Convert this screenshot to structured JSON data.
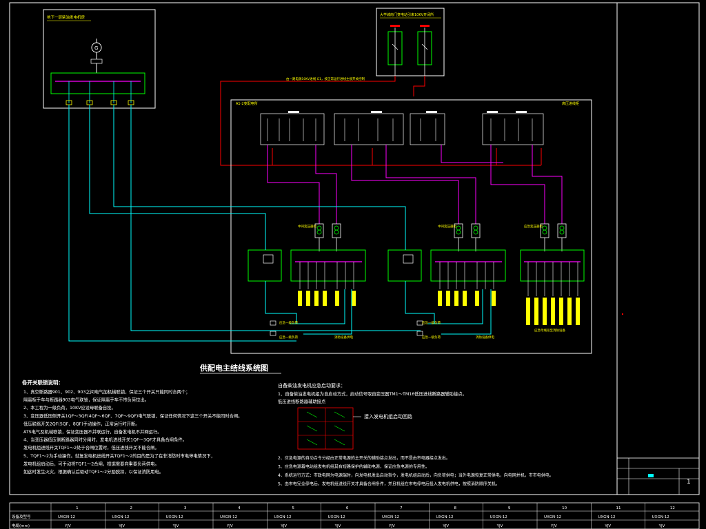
{
  "diagram_title": "供配电主结线系统图",
  "top_left_box_title": "地下一层柴油发电机房",
  "top_right_box_title": "大学城南门变电站引来10KV开闭所",
  "hv_cable_note": "由一路电源10KV进线 G1，按正常运行进线主接开关控制",
  "hv_station_label": "A1-2变配电所",
  "hv_station_label_right": "高压进线柜",
  "transformer_groups": [
    {
      "label": "中间变压器组"
    },
    {
      "label": "中间变压器组"
    },
    {
      "label": "应急变压器组"
    }
  ],
  "bottom_labels": {
    "left_lower_1": "应急一级负荷",
    "left_lower_2": "应急一级负荷",
    "left_right": "消防设备供电",
    "mid_lower_1": "应急一级负荷",
    "mid_lower_2": "应急一级负荷",
    "mid_right": "消防设备供电",
    "right_bottom": "应急母线段至消防设备"
  },
  "notes_left": {
    "title": "各开关联锁说明：",
    "lines": [
      "1、真空断路器901、902、903之间电气加机械联锁，保证三个开关只能同时合两个；",
      "   隔离柜手车与断路器903电气联锁，保证隔离手车不带负荷拉出。",
      "2、本工程为一级负荷，10KV应设母联备自投。",
      "3、变压器低压侧开关1QF～3QF(4QF～6QF、7QF～9QF)电气联锁，保证任何情况下这三个开关不能同时合闸。",
      "   低压联络开关2QF(5QF、8QF)手动操作，正常运行时开断。",
      "   ATS电气及机械联锁，保证变压器不并联运行，自备发电机不并网运行。",
      "4、当变压器低压侧断路器同时分闸时，发电机进线开关1QF～3QF才具备合闸条件。",
      "   发电机组进线开关TQF1～2处于合闸位置时，低压进线开关不能合闸。",
      "5、TQF1～2为手动操作。就复发电机进线开关TQF1～2的目的是为了在非消防时市电停电情况下，",
      "   发电机组启动后，可手动将TQF1～2合闸，根据需要向重要负荷供电。",
      "   如这时发生火灾，根据确认后驱动TQF1～2分励脱扣，以保证消防用电。"
    ]
  },
  "notes_right": {
    "title": "自备柴油发电机应急启动要求：",
    "lines": [
      "1、自备柴油发电机组为自启动方式，启动信号取自变压器TM1～TM16低压进线断路器辅助接点。",
      "   低压进线断路器辅助接点"
    ],
    "legend_label": "接入发电机组启动回路",
    "more_lines": [
      "2、应急电源的自动合令分经由正常电源的主开关的辅助接点发出，而不是由市电器接点发出。",
      "3、应急电源着电站组发电机组其有短路保护的辅助电源，保证应急电源的专用性。",
      "4、系统运行方式：市政电网为电源端时，向发电机发出启动指令，发电机组启动后，向负荷供电；当外电源恢复正常供电，向电网并机，市市电供电。",
      "5、由市电完全停电后，发电机组进线开关才具备合闸条件，并且机组在市电停电后投入发电机供电，按照消防顺序关机。"
    ]
  },
  "title_block": {
    "page_number": "1"
  },
  "schedule_table": {
    "row_labels": [
      "设备及型号",
      "电缆(mm)"
    ],
    "columns": [
      {
        "id": "1",
        "type": "UXGN-12",
        "cable": "YJV"
      },
      {
        "id": "2",
        "type": "UXGN-12",
        "cable": "YJV"
      },
      {
        "id": "3",
        "type": "UXGN-12",
        "cable": "YJV"
      },
      {
        "id": "4",
        "type": "UXGN-12",
        "cable": "YJV"
      },
      {
        "id": "5",
        "type": "UXGN-12",
        "cable": "YJV"
      },
      {
        "id": "6",
        "type": "UXGN-12",
        "cable": "YJV"
      },
      {
        "id": "7",
        "type": "UXGN-12",
        "cable": "YJV"
      },
      {
        "id": "8",
        "type": "UXGN-12",
        "cable": "YJV"
      },
      {
        "id": "9",
        "type": "UXGN-12",
        "cable": "YJV"
      },
      {
        "id": "10",
        "type": "UXGN-12",
        "cable": "YJV"
      },
      {
        "id": "11",
        "type": "UXGN-12",
        "cable": "YJV"
      },
      {
        "id": "12",
        "type": "UXGN-12",
        "cable": "YJV"
      }
    ]
  },
  "colors": {
    "background": "#000000",
    "frame": "#ffffff",
    "high_voltage": "#ff0000",
    "feeder": "#ff00ff",
    "control": "#00ffff",
    "label": "#ffff00",
    "busbar": "#00ff00"
  }
}
